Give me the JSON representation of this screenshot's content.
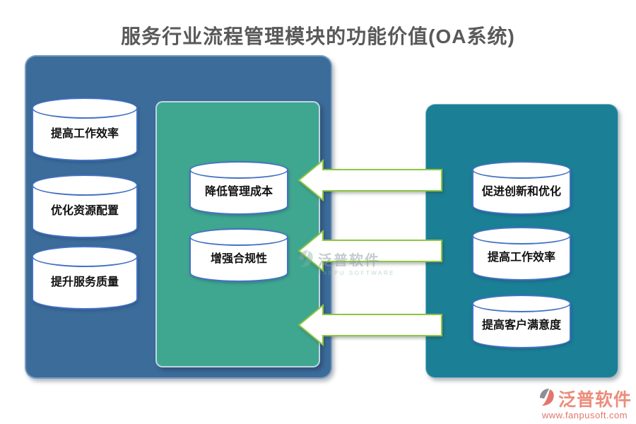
{
  "title": "服务行业流程管理模块的功能价值(OA系统)",
  "colors": {
    "title_text": "#595959",
    "left_panel": "#3C6C99",
    "middle_panel": "#3FA78F",
    "right_panel": "#1B8096",
    "cylinder_border": "#4472C4",
    "cylinder_text": "#111111",
    "arrow_border": "#8DC63F",
    "arrow_fill": "#FFFFFF",
    "watermark_text": "#8D9AA0",
    "brand_name": "#EC8C7B",
    "brand_url": "#E2766B"
  },
  "left_panel": {
    "items": [
      {
        "label": "提高工作效率"
      },
      {
        "label": "优化资源配置"
      },
      {
        "label": "提升服务质量"
      }
    ]
  },
  "middle_panel": {
    "items": [
      {
        "label": "降低管理成本"
      },
      {
        "label": "增强合规性"
      }
    ]
  },
  "right_panel": {
    "items": [
      {
        "label": "促进创新和优化"
      },
      {
        "label": "提高工作效率"
      },
      {
        "label": "提高客户满意度"
      }
    ]
  },
  "arrows": {
    "count": 3,
    "direction": "left"
  },
  "watermark": {
    "text": "泛普软件",
    "subtext": "FANPU SOFTWARE"
  },
  "brand": {
    "name": "泛普软件",
    "url": "www.fanpusoft.com"
  }
}
